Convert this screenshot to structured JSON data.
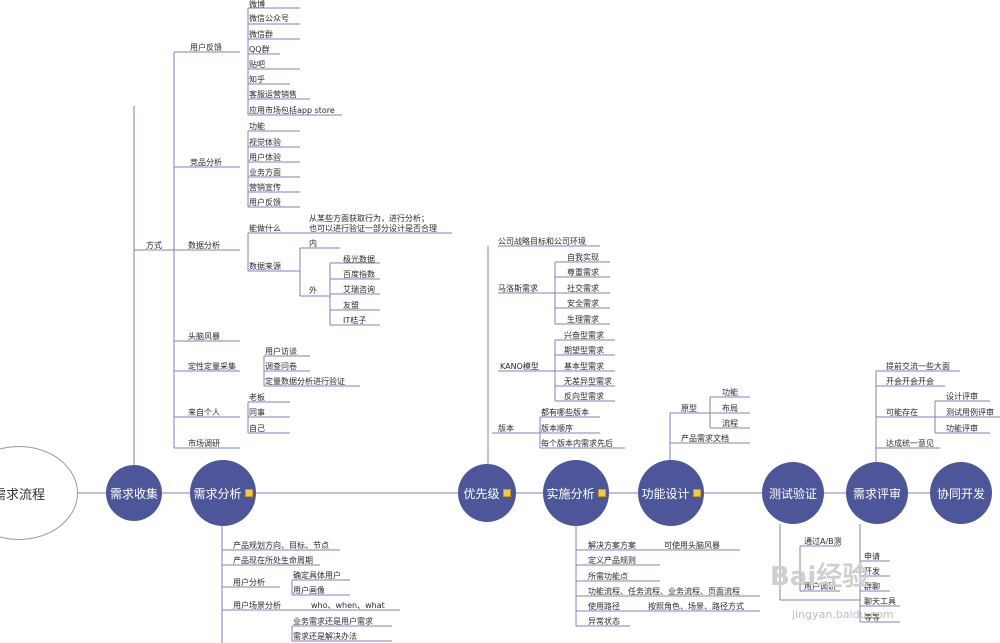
{
  "root": {
    "label": "需求流程"
  },
  "main_nodes": [
    {
      "id": "n1",
      "label": "需求收集",
      "note": false
    },
    {
      "id": "n2",
      "label": "需求分析",
      "note": true
    },
    {
      "id": "n3",
      "label": "优先级",
      "note": true
    },
    {
      "id": "n4",
      "label": "实施分析",
      "note": true
    },
    {
      "id": "n5",
      "label": "功能设计",
      "note": true
    },
    {
      "id": "n6",
      "label": "测试验证",
      "note": false
    },
    {
      "id": "n7",
      "label": "需求评审",
      "note": false
    },
    {
      "id": "n8",
      "label": "协同开发",
      "note": false
    }
  ],
  "collect": {
    "fangshi": "方式",
    "user_feedback": "用户反馈",
    "feedback_channels": [
      "微博",
      "微信公众号",
      "微信群",
      "QQ群",
      "贴吧",
      "知乎",
      "客服运营销售",
      "应用市场包括app store"
    ],
    "competitor": "竞品分析",
    "competitor_items": [
      "功能",
      "视觉体验",
      "用户体验",
      "业务方面",
      "营销宣传",
      "用户反馈"
    ],
    "data_analysis": "数据分析",
    "what_can": "能做什么",
    "what_can_desc": [
      "从某些方面获取行为，进行分析；",
      "也可以进行验证一部分设计是否合理"
    ],
    "data_source": "数据来源",
    "inner": "内",
    "outer": "外",
    "outer_items": [
      "极光数据",
      "百度指数",
      "艾瑞咨询",
      "友盟",
      "IT桔子"
    ],
    "brainstorm": "头脑风暴",
    "qualitative": "定性定量采集",
    "qualitative_items": [
      "用户访谈",
      "调查问卷",
      "定量数据分析进行验证"
    ],
    "personal": "来自个人",
    "personal_items": [
      "老板",
      "同事",
      "自己"
    ],
    "market": "市场调研"
  },
  "analysis_lower": {
    "items": [
      "产品规划方向、目标、节点",
      "产品现在所处生命周期"
    ],
    "user_analysis": "用户分析",
    "user_analysis_items": [
      "确定具体用户",
      "用户画像"
    ],
    "scene": "用户场景分析",
    "scene_desc": "who、when、what",
    "sub_items": [
      "业务需求还是用户需求",
      "需求还是解决办法"
    ]
  },
  "priority": {
    "company": "公司战略目标和公司环境",
    "maslow": "马洛斯需求",
    "maslow_items": [
      "自我实现",
      "尊重需求",
      "社交需求",
      "安全需求",
      "生理需求"
    ],
    "kano": "KANO模型",
    "kano_items": [
      "兴奋型需求",
      "期望型需求",
      "基本型需求",
      "无差异型需求",
      "反向型需求"
    ],
    "version": "版本",
    "version_items": [
      "都有哪些版本",
      "版本顺序",
      "每个版本内需求先后"
    ]
  },
  "implement": {
    "items": [
      "解决方案方案",
      "定义产品规则",
      "所需功能点",
      "功能流程、任务流程、业务流程、页面流程",
      "使用路径",
      "异常状态"
    ],
    "brainstorm_risk": "可使用头脑风暴",
    "path_desc": "按照角色、场景、路径方式"
  },
  "design": {
    "prototype": "原型",
    "prototype_items": [
      "功能",
      "布局",
      "流程"
    ],
    "doc": "产品需求文档"
  },
  "test": {
    "items": [
      "通过A/B测",
      "用户调研"
    ]
  },
  "review": {
    "early": "提前交流一些大面",
    "meeting": "开会开会开会",
    "issues": "可能存在",
    "issue_items": [
      "设计评审",
      "测试用例评审",
      "功能评审"
    ],
    "consensus": "达成统一意见",
    "lower_items": [
      "申请",
      "开发",
      "群聊",
      "聊天工具",
      "等等"
    ]
  },
  "watermark": {
    "brand": "Bai经验",
    "url": "jingyan.baidu.com"
  }
}
